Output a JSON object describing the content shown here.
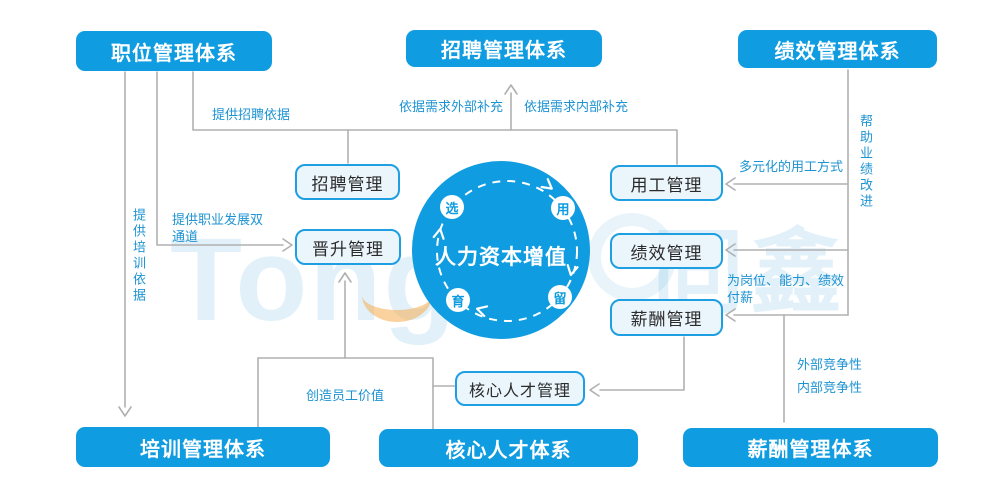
{
  "systems": {
    "position": "职位管理体系",
    "recruitment": "招聘管理体系",
    "performance": "绩效管理体系",
    "training": "培训管理体系",
    "core_talent": "核心人才体系",
    "compensation": "薪酬管理体系"
  },
  "modules": {
    "recruitment": "招聘管理",
    "promotion": "晋升管理",
    "employment": "用工管理",
    "performance": "绩效管理",
    "compensation": "薪酬管理",
    "core_talent": "核心人才管理"
  },
  "center": {
    "label": "人力资本增值",
    "node_select": "选",
    "node_use": "用",
    "node_develop": "育",
    "node_retain": "留"
  },
  "edge_labels": {
    "provide_recruit_basis": "提供招聘依据",
    "external_supplement": "依据需求外部补充",
    "internal_supplement": "依据需求内部补充",
    "provide_training_basis": "提供培训依据",
    "career_dual_channel": "提供职业发展双通道",
    "help_performance_improve": "帮助业绩改进",
    "diverse_employment": "多元化的用工方式",
    "pay_for_position_ability_performance": "为岗位、能力、绩效付薪",
    "external_competitiveness": "外部竞争性",
    "internal_competitiveness": "内部竞争性",
    "create_employee_value": "创造员工价值"
  },
  "watermark": {
    "latin": "Tong",
    "cjk": "同鑫"
  },
  "colors": {
    "primary_blue": "#0f9ce0",
    "module_fill": "#ebf5fc",
    "module_border": "#1d9fe2",
    "connector_gray": "#b0b0b0",
    "label_blue": "#1e93d2"
  }
}
